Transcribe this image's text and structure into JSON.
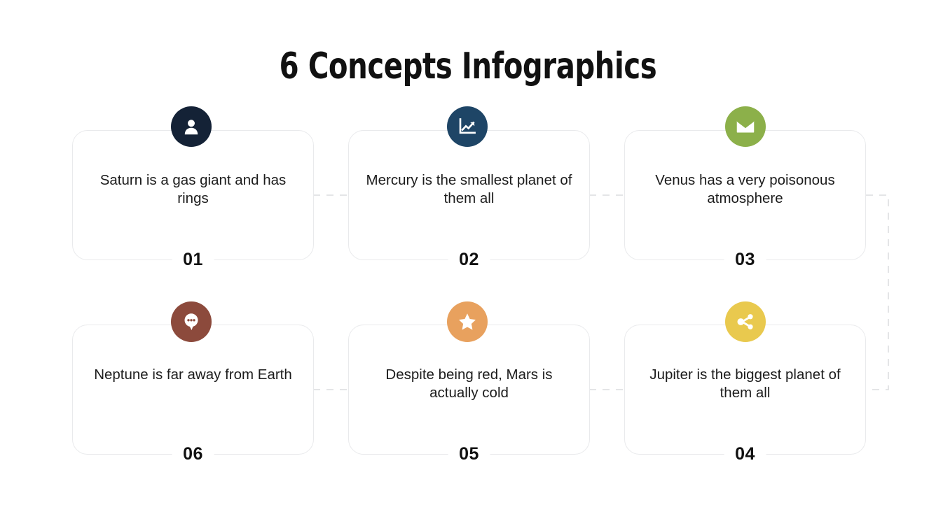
{
  "slide": {
    "title": "6 Concepts Infographics",
    "background_color": "#ffffff",
    "title_color": "#111111",
    "card_border_color": "#e9eaec",
    "connector_color": "#e4e5e7",
    "body_text_color": "#1c1c1c"
  },
  "cards": [
    {
      "number": "01",
      "text": "Saturn is a gas giant and has rings",
      "icon": "user-icon",
      "icon_color": "#142236",
      "icon_glyph_color": "#ffffff",
      "row": 1,
      "column": 1
    },
    {
      "number": "02",
      "text": "Mercury is the smallest planet of them all",
      "icon": "line-chart-icon",
      "icon_color": "#1e4566",
      "icon_glyph_color": "#ffffff",
      "row": 1,
      "column": 2
    },
    {
      "number": "03",
      "text": "Venus has a very poisonous atmosphere",
      "icon": "envelope-icon",
      "icon_color": "#8cb04a",
      "icon_glyph_color": "#ffffff",
      "row": 1,
      "column": 3
    },
    {
      "number": "06",
      "text": "Neptune is far away from Earth",
      "icon": "speech-bubble-icon",
      "icon_color": "#8c4a3c",
      "icon_glyph_color": "#ffffff",
      "row": 2,
      "column": 1
    },
    {
      "number": "05",
      "text": "Despite being red, Mars is actually cold",
      "icon": "star-icon",
      "icon_color": "#e8a15e",
      "icon_glyph_color": "#ffffff",
      "row": 2,
      "column": 2
    },
    {
      "number": "04",
      "text": "Jupiter is the biggest planet of them all",
      "icon": "share-icon",
      "icon_color": "#e9c94e",
      "icon_glyph_color": "#ffffff",
      "row": 2,
      "column": 3
    }
  ],
  "connectors": [
    {
      "name": "connector-01-to-02",
      "style": "dashed-horizontal"
    },
    {
      "name": "connector-02-to-03",
      "style": "dashed-horizontal"
    },
    {
      "name": "connector-03-to-04",
      "style": "dashed-u-turn-right"
    },
    {
      "name": "connector-04-to-05",
      "style": "dashed-horizontal"
    },
    {
      "name": "connector-05-to-06",
      "style": "dashed-horizontal"
    }
  ]
}
